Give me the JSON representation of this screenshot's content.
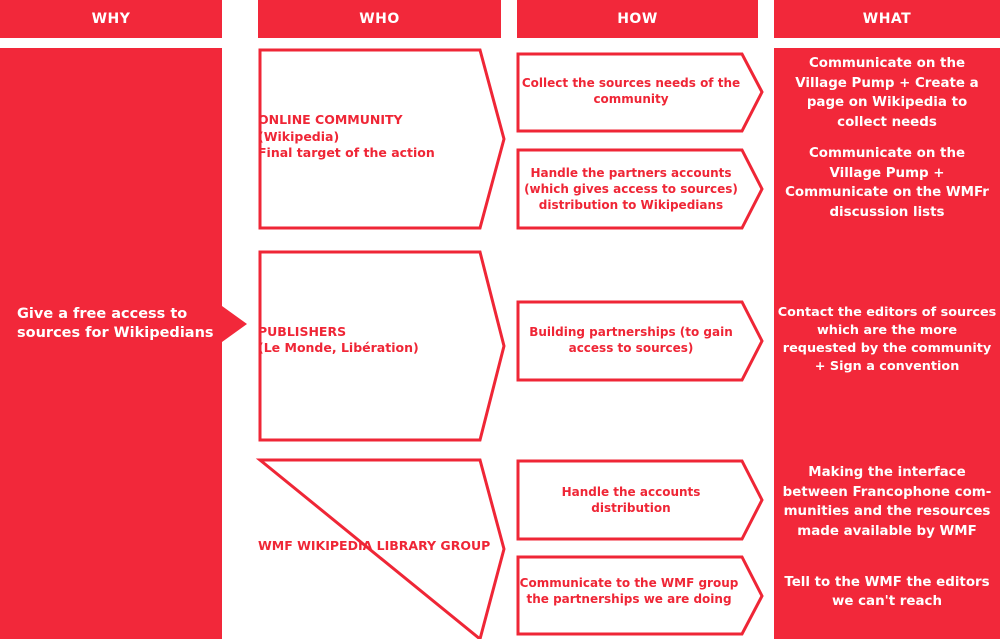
{
  "headers": {
    "why": "WHY",
    "who": "WHO",
    "how": "HOW",
    "what": "WHAT"
  },
  "why": {
    "lines": [
      "Give a free access to",
      "sources for Wikipedians"
    ]
  },
  "who": [
    {
      "lines": [
        "ONLINE COMMUNITY",
        "(Wikipedia)",
        "Final target of the action"
      ]
    },
    {
      "lines": [
        "PUBLISHERS",
        "(Le Monde, Libération)"
      ]
    },
    {
      "lines": [
        "WMF WIKIPEDIA LIBRARY GROUP"
      ]
    }
  ],
  "how": [
    {
      "lines": [
        "Collect the sources needs of the",
        "community"
      ]
    },
    {
      "lines": [
        "Handle the partners accounts",
        "(which gives access to sources)",
        "distribution to Wikipedians"
      ]
    },
    {
      "lines": [
        "Building partnerships (to gain",
        "access to sources)"
      ]
    },
    {
      "lines": [
        "Handle the accounts",
        "distribution"
      ]
    },
    {
      "lines": [
        "Communicate to the WMF group",
        "the partnerships we are doing"
      ]
    }
  ],
  "what": [
    {
      "lines": [
        "Communicate on the",
        "Village Pump + Create a",
        "page on Wikipedia to",
        "collect needs"
      ]
    },
    {
      "lines": [
        "Communicate on the",
        "Village Pump +",
        "Communicate on the WMFr",
        "discussion lists"
      ]
    },
    {
      "lines": [
        "Contact the editors of sources",
        "which are the more",
        "requested by the community",
        "+ Sign a convention"
      ]
    },
    {
      "lines": [
        "Making the interface",
        "between Francophone com-",
        "munities and the resources",
        "made available by WMF"
      ]
    },
    {
      "lines": [
        "Tell to the WMF the editors",
        "we can't reach"
      ]
    }
  ],
  "colors": {
    "accent": "#f2283a",
    "text_red": "#ef2636",
    "white": "#ffffff"
  }
}
